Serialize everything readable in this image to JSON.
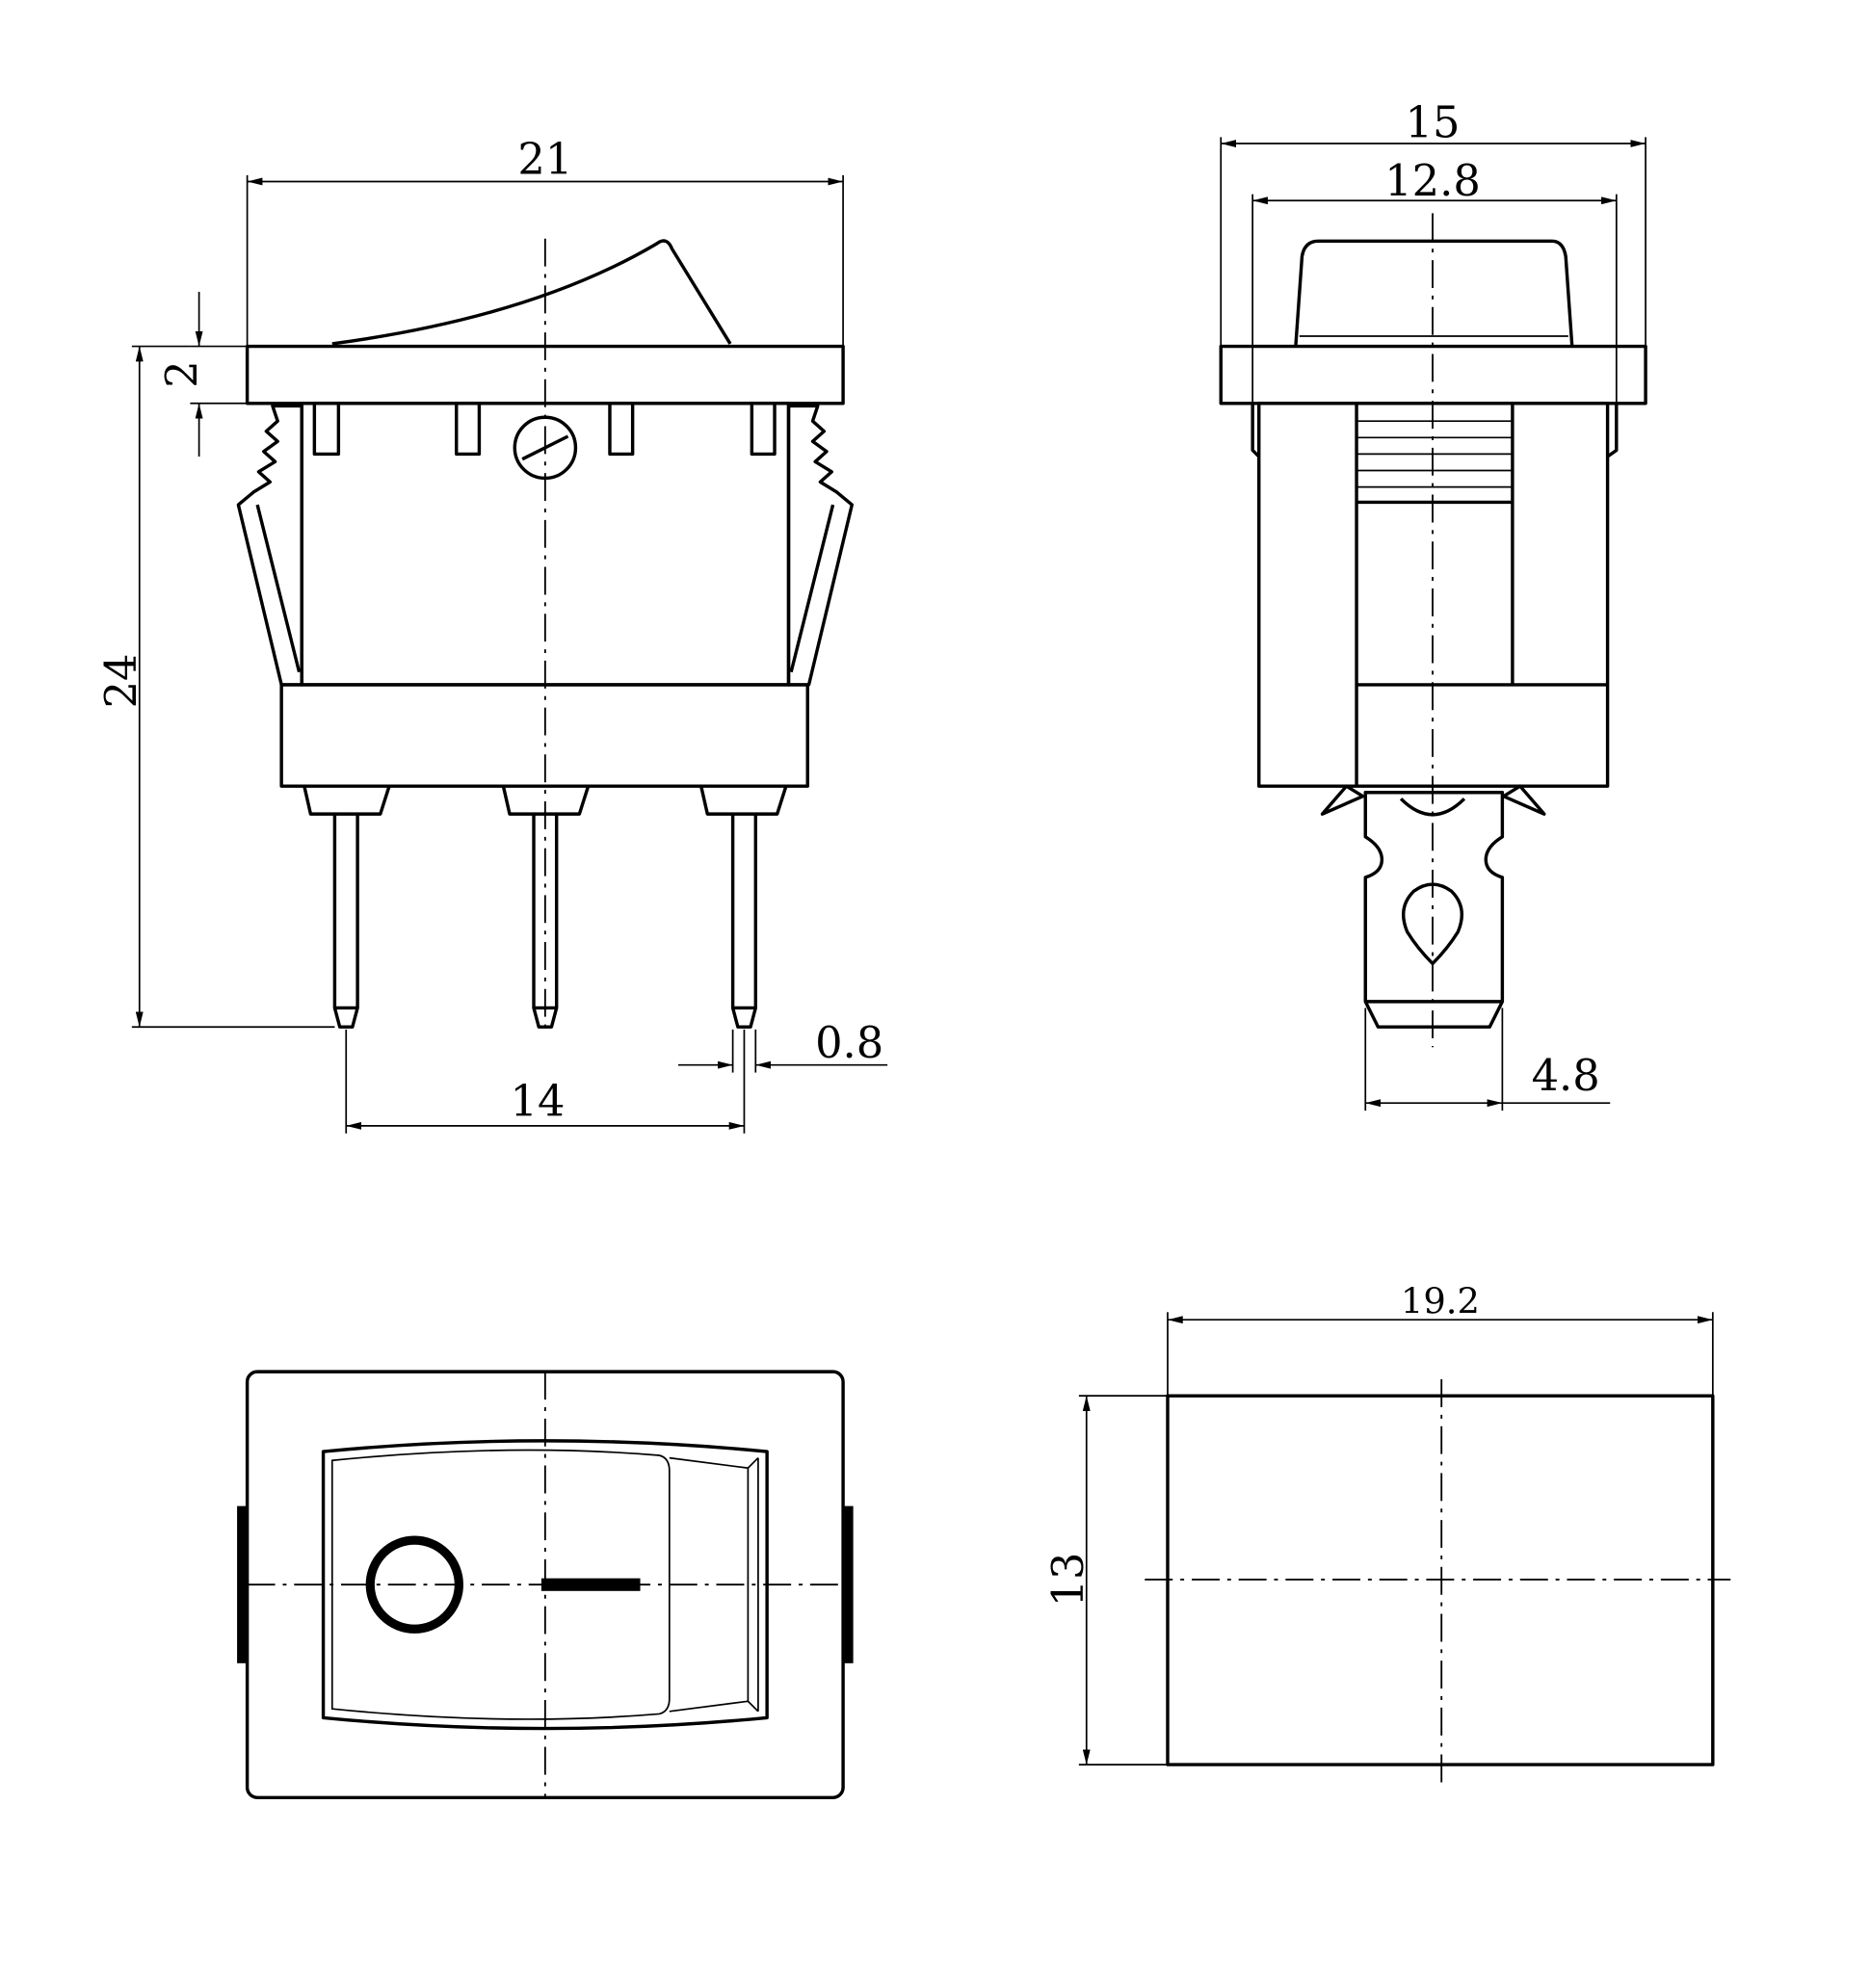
{
  "drawing": {
    "front_view": {
      "width_label": "21",
      "flange_label": "2",
      "height_label": "24",
      "pin_pitch_label": "14",
      "pin_width_label": "0.8"
    },
    "side_view": {
      "width_label": "15",
      "cap_width_label": "12.8",
      "terminal_width_label": "4.8"
    },
    "panel_cutout": {
      "width_label": "19.2",
      "height_label": "13"
    },
    "colors": {
      "line": "#000000",
      "background": "#ffffff"
    }
  }
}
